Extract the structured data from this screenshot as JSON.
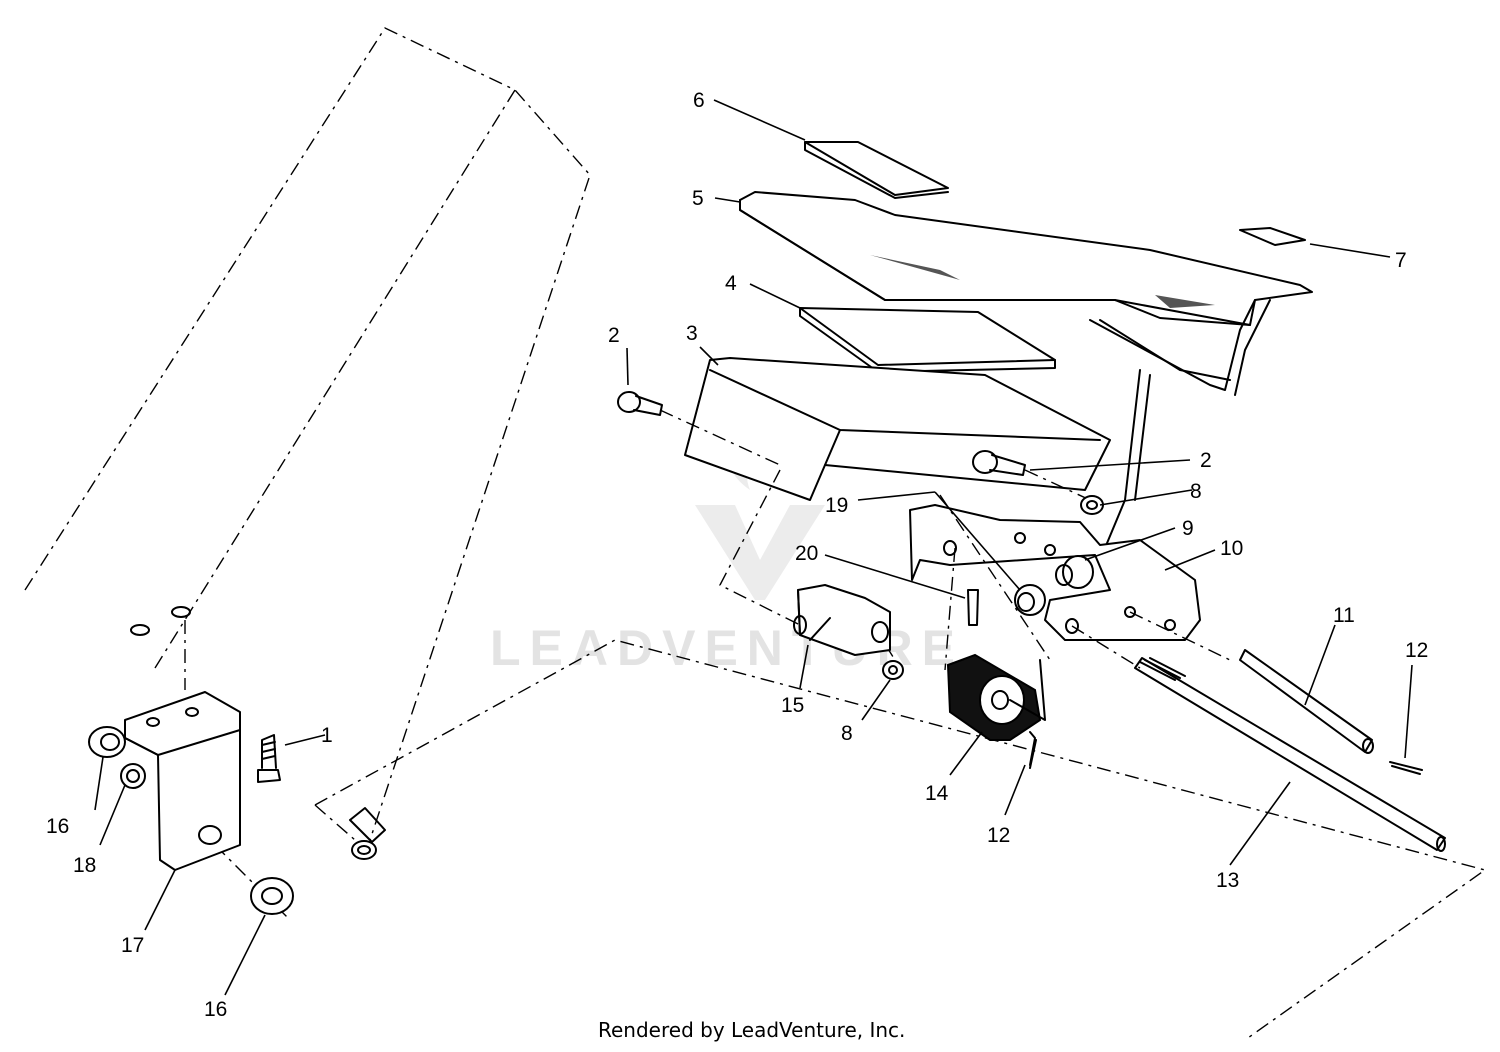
{
  "watermark": "LEADVENTURE",
  "credit": "Rendered by LeadVenture, Inc.",
  "callouts": [
    {
      "id": "c1",
      "label": "1"
    },
    {
      "id": "c2a",
      "label": "2"
    },
    {
      "id": "c2b",
      "label": "2"
    },
    {
      "id": "c3",
      "label": "3"
    },
    {
      "id": "c4",
      "label": "4"
    },
    {
      "id": "c5",
      "label": "5"
    },
    {
      "id": "c6",
      "label": "6"
    },
    {
      "id": "c7",
      "label": "7"
    },
    {
      "id": "c8a",
      "label": "8"
    },
    {
      "id": "c8b",
      "label": "8"
    },
    {
      "id": "c9",
      "label": "9"
    },
    {
      "id": "c10",
      "label": "10"
    },
    {
      "id": "c11",
      "label": "11"
    },
    {
      "id": "c12a",
      "label": "12"
    },
    {
      "id": "c12b",
      "label": "12"
    },
    {
      "id": "c13",
      "label": "13"
    },
    {
      "id": "c14",
      "label": "14"
    },
    {
      "id": "c15",
      "label": "15"
    },
    {
      "id": "c16a",
      "label": "16"
    },
    {
      "id": "c16b",
      "label": "16"
    },
    {
      "id": "c17",
      "label": "17"
    },
    {
      "id": "c18",
      "label": "18"
    },
    {
      "id": "c19",
      "label": "19"
    },
    {
      "id": "c20",
      "label": "20"
    }
  ]
}
